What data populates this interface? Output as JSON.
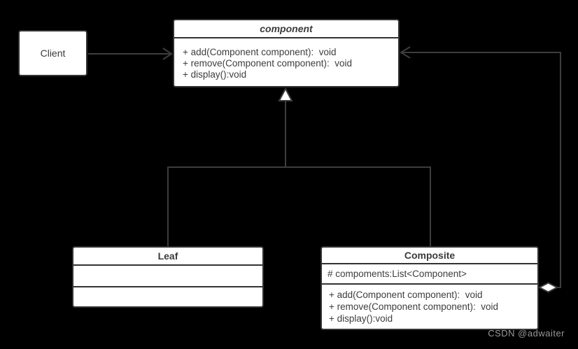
{
  "diagram": {
    "client": {
      "title": "Client"
    },
    "component": {
      "title": "component",
      "methods": [
        "+ add(Component component):  void",
        "+ remove(Component component):  void",
        "+ display():void"
      ]
    },
    "leaf": {
      "title": "Leaf"
    },
    "composite": {
      "title": "Composite",
      "attributes": [
        "# compoments:List<Component>"
      ],
      "methods": [
        "+ add(Component component):  void",
        "+ remove(Component component):  void",
        "+ display():void"
      ]
    },
    "connectors": [
      {
        "type": "association",
        "from": "Client",
        "to": "component",
        "head": "open-arrow"
      },
      {
        "type": "generalization",
        "from": "Leaf",
        "to": "component",
        "head": "hollow-triangle"
      },
      {
        "type": "generalization",
        "from": "Composite",
        "to": "component",
        "head": "hollow-triangle"
      },
      {
        "type": "aggregation",
        "from": "Composite",
        "to": "component",
        "head": "open-arrow",
        "tail": "open-diamond"
      }
    ]
  },
  "watermark": "CSDN @adwaiter",
  "colors": {
    "background": "#000000",
    "box_fill": "#ffffff",
    "box_border": "#333333",
    "line": "#3d3d3d",
    "text": "#3b3b3b",
    "watermark": "#999999"
  }
}
